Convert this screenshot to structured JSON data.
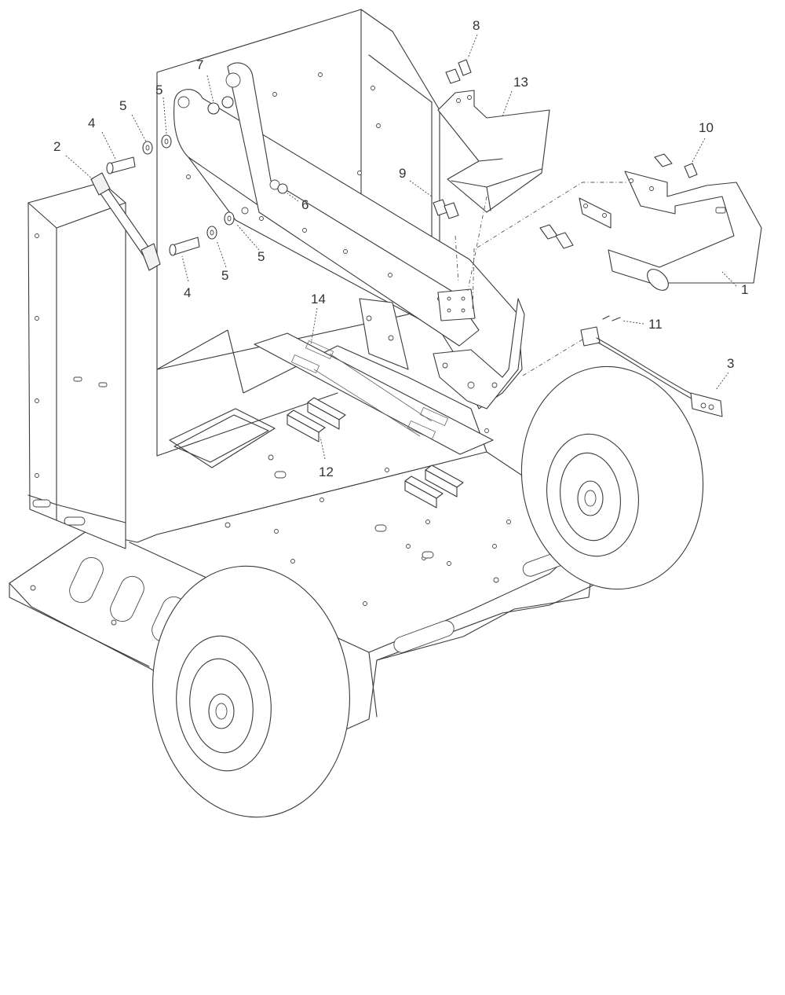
{
  "callouts": [
    {
      "id": "c1",
      "text": "1"
    },
    {
      "id": "c2",
      "text": "2"
    },
    {
      "id": "c3",
      "text": "3"
    },
    {
      "id": "c4a",
      "text": "4"
    },
    {
      "id": "c4b",
      "text": "4"
    },
    {
      "id": "c5a",
      "text": "5"
    },
    {
      "id": "c5b",
      "text": "5"
    },
    {
      "id": "c5c",
      "text": "5"
    },
    {
      "id": "c5d",
      "text": "5"
    },
    {
      "id": "c6",
      "text": "6"
    },
    {
      "id": "c7",
      "text": "7"
    },
    {
      "id": "c8",
      "text": "8"
    },
    {
      "id": "c9",
      "text": "9"
    },
    {
      "id": "c10",
      "text": "10"
    },
    {
      "id": "c11",
      "text": "11"
    },
    {
      "id": "c12",
      "text": "12"
    },
    {
      "id": "c13",
      "text": "13"
    },
    {
      "id": "c14",
      "text": "14"
    }
  ]
}
